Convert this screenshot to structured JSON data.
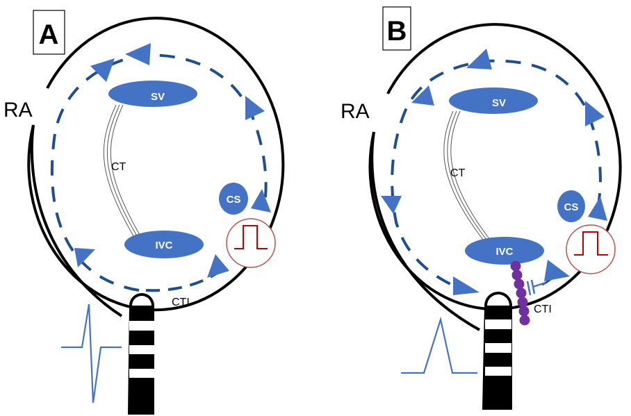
{
  "figure": {
    "panels": [
      {
        "id": "A",
        "panel_label": "A",
        "chamber_label": "RA",
        "structures": {
          "sv": "SV",
          "ivc": "IVC",
          "cs": "CS",
          "ct": "CT",
          "cti": "CTI"
        },
        "egm_signal": "biphasic",
        "ablation_line": false,
        "conduction_block": false
      },
      {
        "id": "B",
        "panel_label": "B",
        "chamber_label": "RA",
        "structures": {
          "sv": "SV",
          "ivc": "IVC",
          "cs": "CS",
          "ct": "CT",
          "cti": "CTI"
        },
        "egm_signal": "monophasic",
        "ablation_line": true,
        "conduction_block": true
      }
    ],
    "colors": {
      "outline": "#000000",
      "structure_fill": "#4472c4",
      "wavefront": "#1f4e8c",
      "arrowhead": "#4472c4",
      "pacing_stimulus": "#c00000",
      "ablation_lesion": "#7030a0",
      "egm_trace": "#4472c4",
      "structure_text": "#ffffff"
    }
  }
}
